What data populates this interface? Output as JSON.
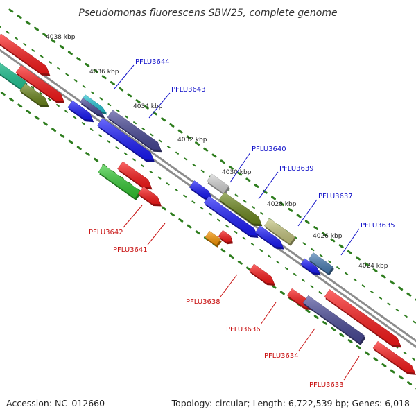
{
  "title": "Pseudomonas fluorescens SBW25, complete genome",
  "accession": "Accession: NC_012660",
  "topology": "Topology: circular; Length: 6,722,539 bp; Genes: 6,018",
  "colors": {
    "backbone": "#8c8c8c",
    "dots": "#2e7d1e",
    "label_top": "#1010c8",
    "label_bottom": "#c81010",
    "red": "#ff1a1a",
    "blue": "#1a1aff",
    "olive": "#6f8a1e",
    "purple": "#4a4a9a",
    "green": "#33cc33",
    "teal": "#22cc99",
    "cyan": "#22c8d8",
    "silver": "#d8d8d8",
    "khaki": "#c8c880",
    "orange": "#ff9900",
    "steel": "#4a80b8"
  },
  "ticks": [
    {
      "label": "4038 kbp"
    },
    {
      "label": "4036 kbp"
    },
    {
      "label": "4034 kbp"
    },
    {
      "label": "4032 kbp"
    },
    {
      "label": "4030 kbp"
    },
    {
      "label": "4028 kbp"
    },
    {
      "label": "4026 kbp"
    },
    {
      "label": "4024 kbp"
    }
  ],
  "gene_labels": [
    {
      "text": "PFLU3644",
      "strand": "top"
    },
    {
      "text": "PFLU3643",
      "strand": "top"
    },
    {
      "text": "PFLU3640",
      "strand": "top"
    },
    {
      "text": "PFLU3639",
      "strand": "top"
    },
    {
      "text": "PFLU3637",
      "strand": "top"
    },
    {
      "text": "PFLU3635",
      "strand": "top"
    },
    {
      "text": "PFLU3642",
      "strand": "bottom"
    },
    {
      "text": "PFLU3641",
      "strand": "bottom"
    },
    {
      "text": "PFLU3638",
      "strand": "bottom"
    },
    {
      "text": "PFLU3636",
      "strand": "bottom"
    },
    {
      "text": "PFLU3634",
      "strand": "bottom"
    },
    {
      "text": "PFLU3633",
      "strand": "bottom"
    }
  ],
  "features": [
    {
      "color": "red"
    },
    {
      "color": "red"
    },
    {
      "color": "teal"
    },
    {
      "color": "olive"
    },
    {
      "color": "cyan"
    },
    {
      "color": "purple"
    },
    {
      "color": "blue"
    },
    {
      "color": "purple"
    },
    {
      "color": "blue"
    },
    {
      "color": "red"
    },
    {
      "color": "green"
    },
    {
      "color": "red"
    },
    {
      "color": "silver"
    },
    {
      "color": "olive"
    },
    {
      "color": "blue"
    },
    {
      "color": "blue"
    },
    {
      "color": "khaki"
    },
    {
      "color": "blue"
    },
    {
      "color": "red"
    },
    {
      "color": "orange"
    },
    {
      "color": "steel"
    },
    {
      "color": "blue"
    },
    {
      "color": "red"
    },
    {
      "color": "red"
    },
    {
      "color": "red"
    },
    {
      "color": "purple"
    },
    {
      "color": "red"
    }
  ]
}
